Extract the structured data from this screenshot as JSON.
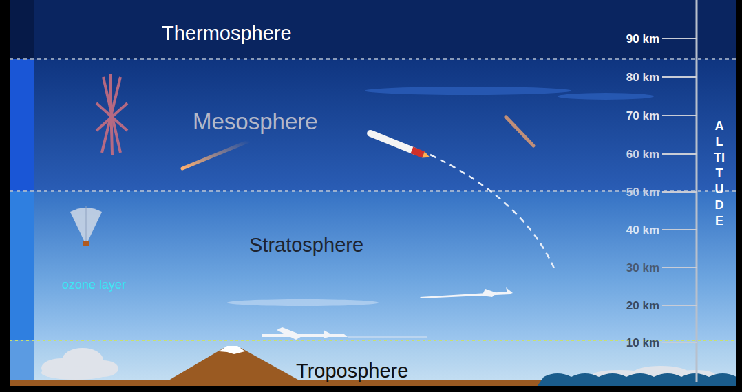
{
  "diagram": {
    "nodes": [
      {
        "text": [
          "Thermosphere"
        ]
      },
      {
        "text": [
          "Mesosphere"
        ]
      },
      {
        "text": [
          "Stratosphere"
        ]
      },
      {
        "text": [
          "Troposphere"
        ]
      }
    ],
    "labels": [
      "ozone layer",
      "90 km",
      "80 km",
      "70 km",
      "60 km",
      "50 km",
      "40 km",
      "30 km",
      "20 km",
      "10 km",
      "ALTITUDE"
    ]
  }
}
